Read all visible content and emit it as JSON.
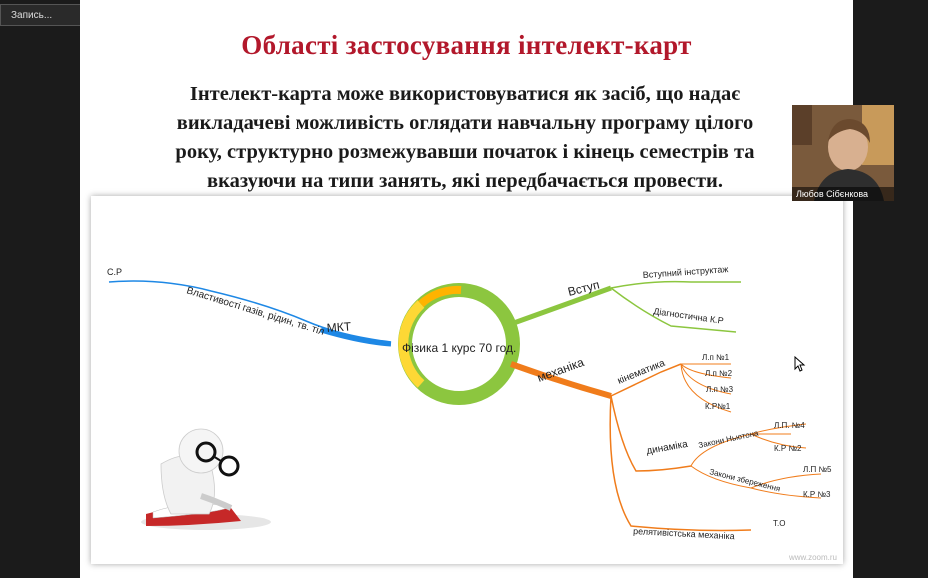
{
  "recording": {
    "label": "Запись..."
  },
  "slide": {
    "title": "Області застосування інтелект-карт",
    "body_lines": [
      "Інтелект-карта може використовуватися як засіб, що надає",
      "викладачеві можливість оглядати навчальну програму цілого",
      "року, структурно розмежувавши початок і кінець семестрів та",
      "вказуючи на типи занять, які передбачається провести."
    ]
  },
  "mindmap": {
    "center": "Фізика 1 курс 70 год.",
    "left": {
      "branch": "МКТ",
      "sub": "Властивості газів, рідин, тв. тіл",
      "leaf": "С.Р"
    },
    "vstup": {
      "branch": "Вступ",
      "items": [
        "Вступний інструктаж",
        "Діагностична К.Р"
      ]
    },
    "mekh": {
      "branch": "механіка"
    },
    "kin": {
      "branch": "кінематика",
      "items": [
        "Л.п №1",
        "Л.п №2",
        "Л.п №3",
        "К.Р№1"
      ]
    },
    "din": {
      "branch": "динаміка",
      "laws1": "Закони Ньютона",
      "laws2": "Закони збереження",
      "l4": "Л.П. №4",
      "kr2": "К.Р №2",
      "l5": "Л.П №5",
      "kr3": "К.Р №3"
    },
    "rel": {
      "branch": "релятивістська механіка",
      "leaf": "Т.О"
    },
    "watermark": "www.zoom.ru"
  },
  "participant": {
    "name": "Любов Сібєнкова"
  },
  "colors": {
    "title": "#b2182b",
    "green": "#8cc63f",
    "orange": "#f07c1b",
    "blue": "#1e88e5"
  }
}
